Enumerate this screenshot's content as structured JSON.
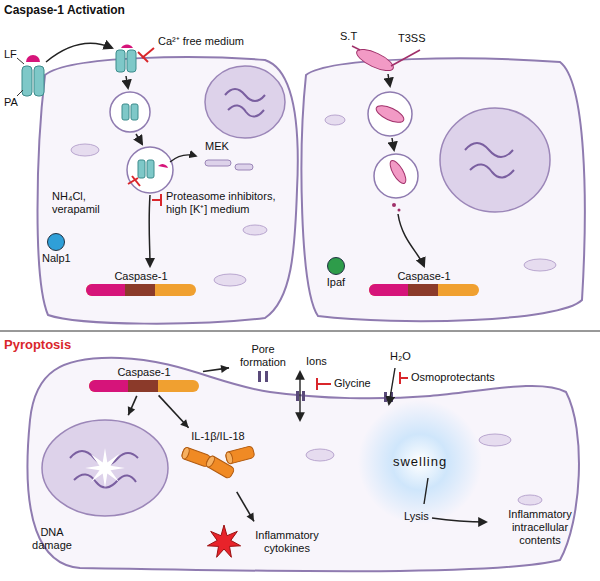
{
  "diagram": {
    "nodes": [
      {
        "text": [
          "Nalp1"
        ]
      },
      {
        "text": [
          "Caspase-1"
        ]
      },
      {
        "text": [
          "Ipaf"
        ]
      },
      {
        "text": [
          "Caspase-1"
        ]
      },
      {
        "text": [
          "Caspase-1"
        ]
      },
      {
        "text": [
          "Pore formation"
        ]
      },
      {
        "text": [
          "IL-1β/IL-18"
        ]
      },
      {
        "text": [
          "DNA damage"
        ]
      },
      {
        "text": [
          "swelling"
        ]
      },
      {
        "text": [
          "Inflammatory cytokines"
        ]
      }
    ],
    "edges": [
      {
        "from": 4,
        "to": 5,
        "arrow": "to"
      },
      {
        "from": 4,
        "to": 6,
        "arrow": "to"
      },
      {
        "from": 4,
        "to": 7,
        "arrow": "to"
      },
      {
        "from": 6,
        "to": 9,
        "arrow": "to"
      }
    ],
    "labels": [
      "Caspase-1 Activation",
      "LF",
      "PA",
      "Ca²⁺ free medium",
      "MEK",
      "NH₄Cl, verapamil",
      "Proteasome inhibitors, high [K⁺] medium",
      "S.T",
      "T3SS",
      "Pyroptosis",
      "Ions",
      "Glycine",
      "H₂O",
      "Osmoprotectants",
      "Lysis",
      "Inflammatory intracellular contents"
    ]
  }
}
